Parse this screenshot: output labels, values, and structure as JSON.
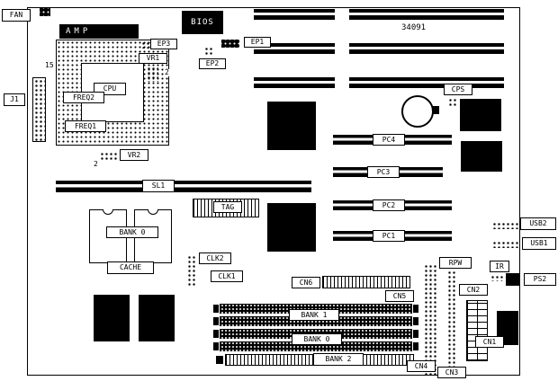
{
  "board": {
    "number": "34091"
  },
  "labels": {
    "fan": "FAN",
    "amp": "AMP",
    "bios": "BIOS",
    "ep1": "EP1",
    "ep2": "EP2",
    "ep3": "EP3",
    "j1": "J1",
    "cpu": "CPU",
    "pin15": "15",
    "freq1": "FREQ1",
    "freq2": "FREQ2",
    "vr1": "VR1",
    "vr1_pin2": "2",
    "vr2": "VR2",
    "vr2_pin2": "2",
    "cps": "CPS",
    "pc1": "PC1",
    "pc2": "PC2",
    "pc3": "PC3",
    "pc4": "PC4",
    "sl1": "SL1",
    "tag": "TAG",
    "bank0_cache": "BANK 0",
    "cache": "CACHE",
    "clk1": "CLK1",
    "clk2": "CLK2",
    "cn1": "CN1",
    "cn2": "CN2",
    "cn3": "CN3",
    "cn4": "CN4",
    "cn5": "CN5",
    "cn6": "CN6",
    "rpw": "RPW",
    "ir": "IR",
    "ps2": "PS2",
    "usb1": "USB1",
    "usb2": "USB2",
    "bank1": "BANK 1",
    "bank0_simm": "BANK 0",
    "bank2": "BANK 2"
  }
}
